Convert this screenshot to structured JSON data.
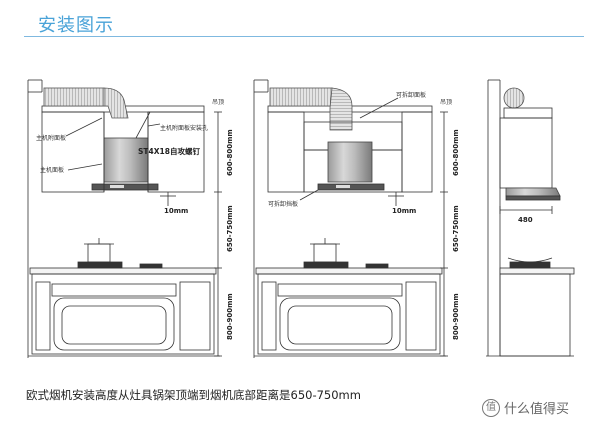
{
  "header": {
    "title": "安装图示"
  },
  "caption": "欧式烟机安装高度从灶具锅架顶端到烟机底部距离是650-750mm",
  "watermark": {
    "badge": "值",
    "text": "什么值得买"
  },
  "diagram1": {
    "labels": {
      "ceiling": "吊顶",
      "main_panel_left_top": "主机附面板",
      "main_panel_left": "主机面板",
      "main_panel_right": "主机附面板安装孔",
      "screw": "ST4X18自攻螺钉",
      "gap": "10mm"
    },
    "dims": {
      "top": "600-800mm",
      "mid": "650-750mm",
      "bottom": "800-900mm"
    }
  },
  "diagram2": {
    "labels": {
      "ceiling": "吊顶",
      "removable_panel": "可拆卸面板",
      "removable_baffle": "可拆卸挡板",
      "gap": "10mm"
    },
    "dims": {
      "top": "600-800mm",
      "mid": "650-750mm",
      "bottom": "800-900mm"
    }
  },
  "diagram3": {
    "labels": {
      "width": "480"
    }
  }
}
